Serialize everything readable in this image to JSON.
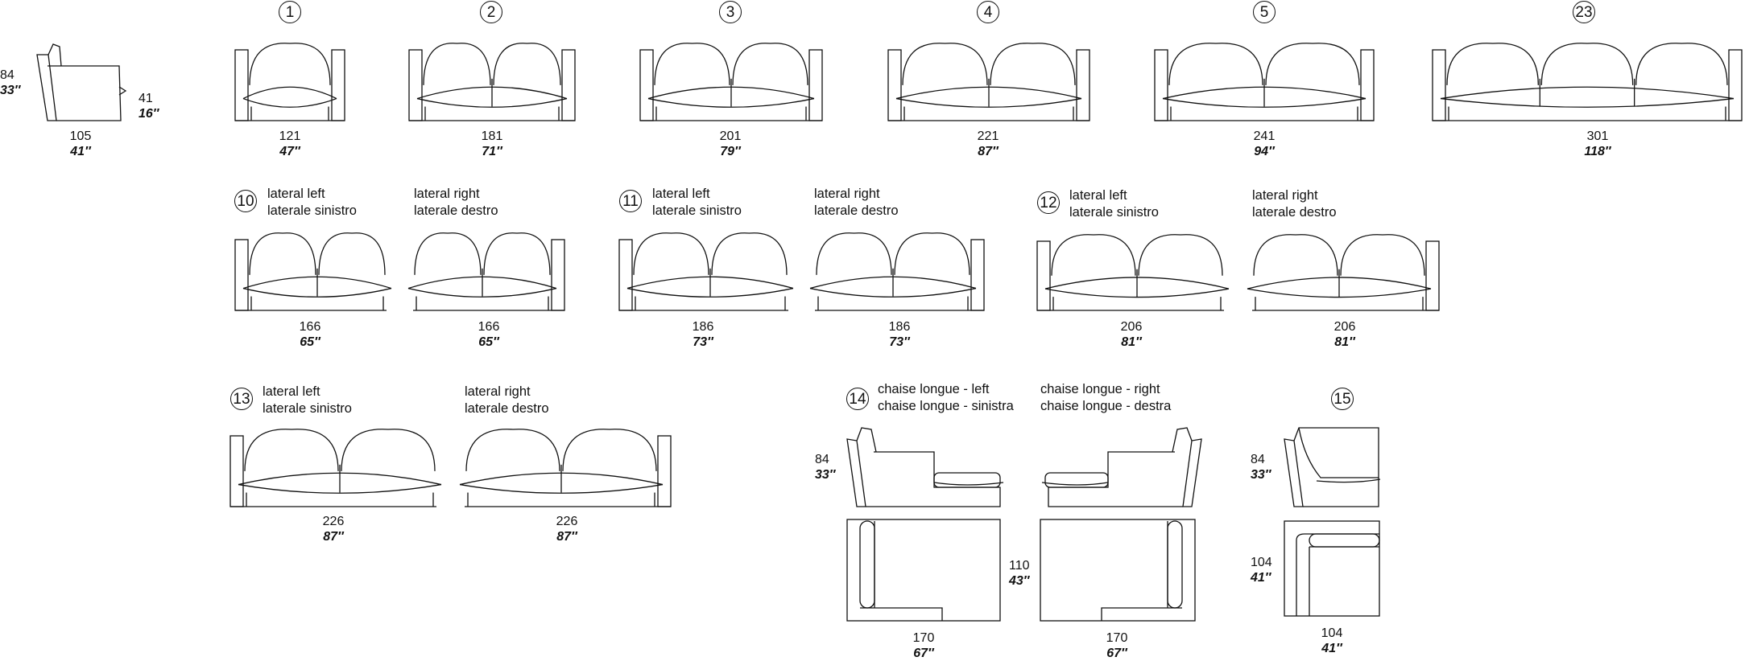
{
  "side": {
    "h_cm": "84",
    "h_in": "33″",
    "seat_cm": "41",
    "seat_in": "16″",
    "d_cm": "105",
    "d_in": "41″"
  },
  "row1": [
    {
      "num": "1",
      "cm": "121",
      "in": "47″"
    },
    {
      "num": "2",
      "cm": "181",
      "in": "71″"
    },
    {
      "num": "3",
      "cm": "201",
      "in": "79″"
    },
    {
      "num": "4",
      "cm": "221",
      "in": "87″"
    },
    {
      "num": "5",
      "cm": "241",
      "in": "94″"
    },
    {
      "num": "23",
      "cm": "301",
      "in": "118″"
    }
  ],
  "labels": {
    "left_en": "lateral left",
    "left_it": "laterale sinistro",
    "right_en": "lateral right",
    "right_it": "laterale destro",
    "chaise_left_en": "chaise longue - left",
    "chaise_left_it": "chaise longue - sinistra",
    "chaise_right_en": "chaise longue - right",
    "chaise_right_it": "chaise longue - destra"
  },
  "row2": [
    {
      "num": "10",
      "cm": "166",
      "in": "65″"
    },
    {
      "num": "11",
      "cm": "186",
      "in": "73″"
    },
    {
      "num": "12",
      "cm": "206",
      "in": "81″"
    }
  ],
  "row3": {
    "n13": {
      "num": "13",
      "cm": "226",
      "in": "87″"
    },
    "n14": {
      "num": "14",
      "h_cm": "84",
      "h_in": "33″",
      "d_cm": "110",
      "d_in": "43″",
      "w_cm": "170",
      "w_in": "67″"
    },
    "n15": {
      "num": "15",
      "h_cm": "84",
      "h_in": "33″",
      "d_cm": "104",
      "d_in": "41″",
      "w_cm": "104",
      "w_in": "41″"
    }
  }
}
